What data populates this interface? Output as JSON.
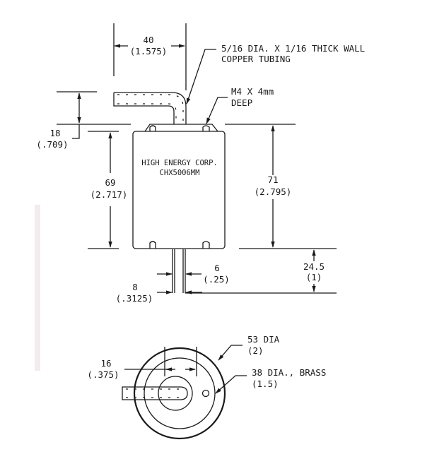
{
  "drawing": {
    "part_label": {
      "maker": "HIGH ENERGY CORP.",
      "model": "CHX5006MM"
    },
    "dimensions": {
      "tube_offset": {
        "mm": "40",
        "in": "(1.575)"
      },
      "tube_height": {
        "mm": "18",
        "in": "(.709)"
      },
      "body_height": {
        "mm": "69",
        "in": "(2.717)"
      },
      "overall_height": {
        "mm": "71",
        "in": "(2.795)"
      },
      "pin_length": {
        "mm": "24.5",
        "in": "(1)"
      },
      "pin_diameter": {
        "mm": "6",
        "in": "(.25)"
      },
      "pin_spacing": {
        "mm": "8",
        "in": "(.3125)"
      },
      "hub_width": {
        "mm": "16",
        "in": "(.375)"
      }
    },
    "callouts": {
      "tubing_line1": "5/16 DIA. X 1/16 THICK WALL",
      "tubing_line2": "COPPER TUBING",
      "thread_line1": "M4 X 4mm",
      "thread_line2": "DEEP",
      "outer_dia_line1": "53 DIA",
      "outer_dia_line2": "(2)",
      "inner_dia_line1": "38 DIA., BRASS",
      "inner_dia_line2": "(1.5)"
    }
  }
}
